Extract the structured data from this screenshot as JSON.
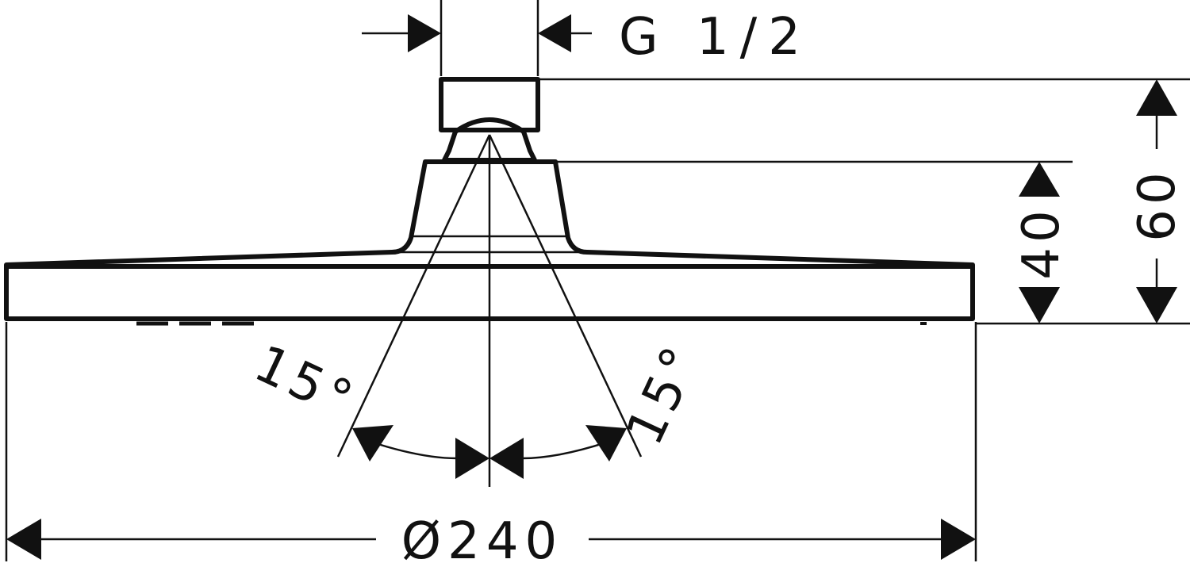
{
  "dimensions": {
    "thread": "G 1/2",
    "total_height": "60",
    "head_height": "40",
    "angle_left": "15°",
    "angle_right": "15°",
    "diameter": "Ø240"
  },
  "colors": {
    "line": "#111111",
    "background": "#ffffff"
  }
}
